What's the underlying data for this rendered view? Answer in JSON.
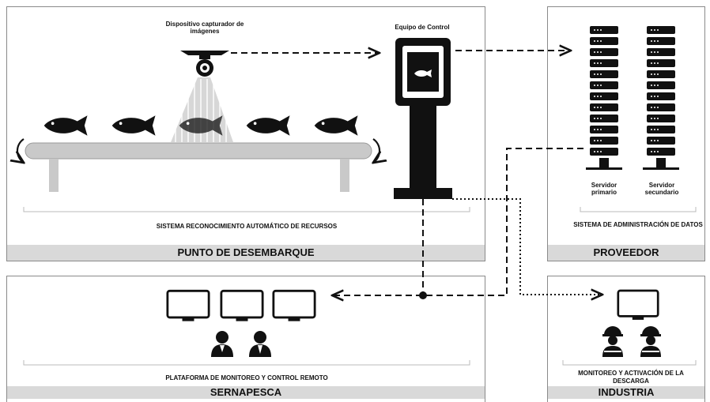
{
  "panels": {
    "punto": {
      "title": "PUNTO DE DESEMBARQUE",
      "system_label": "SISTEMA RECONOCIMIENTO AUTOMÁTICO DE RECURSOS",
      "camera_label": "Dispositivo capturador de imágenes",
      "control_label": "Equipo de Control"
    },
    "proveedor": {
      "title": "PROVEEDOR",
      "system_label": "SISTEMA DE ADMINISTRACIÓN DE DATOS",
      "server_primary": "Servidor primario",
      "server_secondary": "Servidor secundario"
    },
    "sernapesca": {
      "title": "SERNAPESCA",
      "system_label": "PLATAFORMA DE MONITOREO Y CONTROL REMOTO"
    },
    "industria": {
      "title": "INDUSTRIA",
      "system_label": "MONITOREO Y ACTIVACIÓN DE LA DESCARGA"
    }
  },
  "colors": {
    "panel_border": "#8a8a8a",
    "footer_bg": "#d9d9d9",
    "ink": "#111111"
  },
  "icons": [
    "fish-icon",
    "camera-icon",
    "control-terminal-icon",
    "server-rack-icon",
    "monitor-icon",
    "person-icon",
    "worker-icon"
  ]
}
